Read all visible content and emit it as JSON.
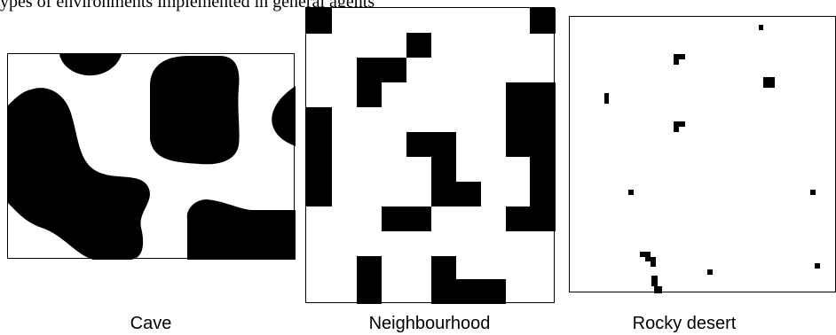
{
  "header_text": "ypes of environments implemented in general agents",
  "panels": [
    {
      "caption": "Cave",
      "colors": {
        "wall": "#000000",
        "open": "#ffffff"
      }
    },
    {
      "caption": "Neighbourhood",
      "colors": {
        "building": "#000000",
        "street": "#ffffff"
      }
    },
    {
      "caption": "Rocky desert",
      "colors": {
        "rock": "#000000",
        "sand": "#ffffff"
      }
    }
  ]
}
